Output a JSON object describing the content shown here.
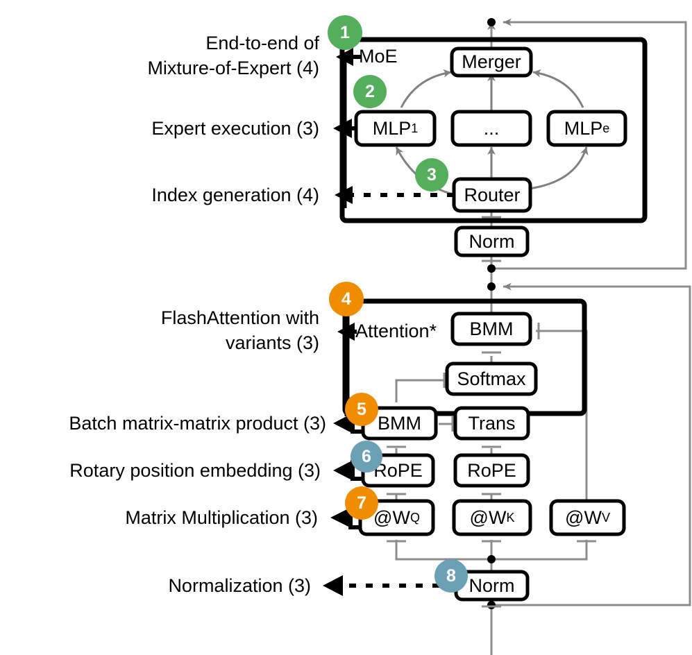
{
  "diagram": {
    "title": "Transformer layer operator hierarchy with MoE and FlashAttention",
    "colors": {
      "green": "#55ae5b",
      "orange": "#ef8c00",
      "blue": "#6ba0b5",
      "thick_line": "#000000",
      "thin_line": "#8c8c8c",
      "text": "#000000",
      "background": "#ffffff"
    }
  },
  "left_labels": [
    {
      "id": "label-end-to-end-moe",
      "text": "End-to-end of\nMixture-of-Expert (4)"
    },
    {
      "id": "label-expert-execution",
      "text": "Expert execution (3)"
    },
    {
      "id": "label-index-generation",
      "text": "Index generation (4)"
    },
    {
      "id": "label-flashattention",
      "text": "FlashAttention with\nvariants (3)"
    },
    {
      "id": "label-bmm",
      "text": "Batch matrix-matrix product (3)"
    },
    {
      "id": "label-rope",
      "text": "Rotary position embedding (3)"
    },
    {
      "id": "label-matmul",
      "text": "Matrix Multiplication (3)"
    },
    {
      "id": "label-normalization",
      "text": "Normalization (3)"
    }
  ],
  "badges": [
    {
      "id": "badge-1",
      "number": "1",
      "color": "green"
    },
    {
      "id": "badge-2",
      "number": "2",
      "color": "green"
    },
    {
      "id": "badge-3",
      "number": "3",
      "color": "green"
    },
    {
      "id": "badge-4",
      "number": "4",
      "color": "orange"
    },
    {
      "id": "badge-5",
      "number": "5",
      "color": "orange"
    },
    {
      "id": "badge-6",
      "number": "6",
      "color": "blue"
    },
    {
      "id": "badge-7",
      "number": "7",
      "color": "orange"
    },
    {
      "id": "badge-8",
      "number": "8",
      "color": "blue"
    }
  ],
  "groups": [
    {
      "id": "group-moe",
      "label": "-MoE"
    },
    {
      "id": "group-attention",
      "label": "-Attention*"
    }
  ],
  "nodes": [
    {
      "id": "node-merger",
      "label": "Merger"
    },
    {
      "id": "node-mlp-1",
      "label": "MLP",
      "sub": "1"
    },
    {
      "id": "node-mlp-dots",
      "label": "..."
    },
    {
      "id": "node-mlp-e",
      "label": "MLP",
      "sub": "e"
    },
    {
      "id": "node-router",
      "label": "Router"
    },
    {
      "id": "node-norm-mid",
      "label": "Norm"
    },
    {
      "id": "node-bmm-top",
      "label": "BMM"
    },
    {
      "id": "node-softmax",
      "label": "Softmax"
    },
    {
      "id": "node-bmm-low",
      "label": "BMM"
    },
    {
      "id": "node-trans",
      "label": "Trans"
    },
    {
      "id": "node-rope-q",
      "label": "RoPE"
    },
    {
      "id": "node-rope-k",
      "label": "RoPE"
    },
    {
      "id": "node-wq",
      "label": "@W",
      "sub": "Q"
    },
    {
      "id": "node-wk",
      "label": "@W",
      "sub": "K"
    },
    {
      "id": "node-wv",
      "label": "@W",
      "sub": "V"
    },
    {
      "id": "node-norm-bot",
      "label": "Norm"
    }
  ]
}
